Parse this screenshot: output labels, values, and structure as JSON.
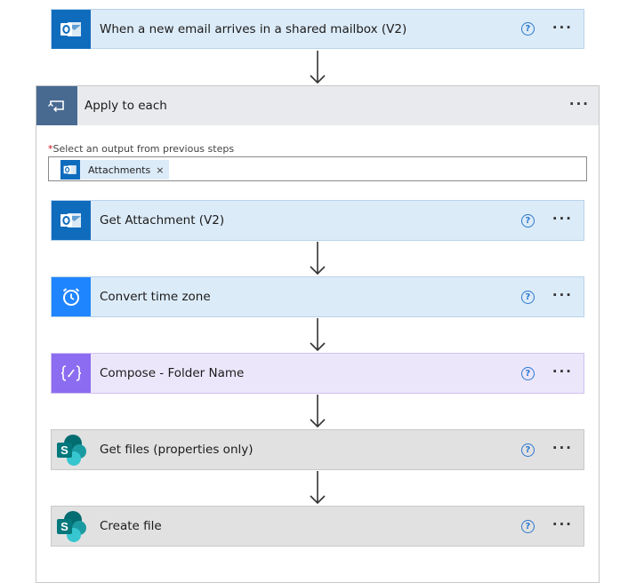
{
  "trigger": {
    "title": "When a new email arrives in a shared mailbox (V2)",
    "help": "?",
    "more": "···"
  },
  "loop": {
    "title": "Apply to each",
    "more": "···",
    "field_label": "Select an output from previous steps",
    "required_mark": "*",
    "token": {
      "label": "Attachments",
      "remove": "×"
    }
  },
  "actions": [
    {
      "title": "Get Attachment (V2)",
      "help": "?",
      "more": "···",
      "icon": "outlook-icon"
    },
    {
      "title": "Convert time zone",
      "help": "?",
      "more": "···",
      "icon": "alarm-clock-icon"
    },
    {
      "title": "Compose - Folder Name",
      "help": "?",
      "more": "···",
      "icon": "compose-braces-icon"
    },
    {
      "title": "Get files (properties only)",
      "help": "?",
      "more": "···",
      "icon": "sharepoint-icon"
    },
    {
      "title": "Create file",
      "help": "?",
      "more": "···",
      "icon": "sharepoint-icon"
    }
  ],
  "colors": {
    "outlook": "#0f6cbd",
    "datetime": "#1f85ff",
    "compose": "#8c6cf0",
    "sharepoint": "#038387",
    "loop_icon": "#486a91",
    "help": "#2b78d0"
  }
}
